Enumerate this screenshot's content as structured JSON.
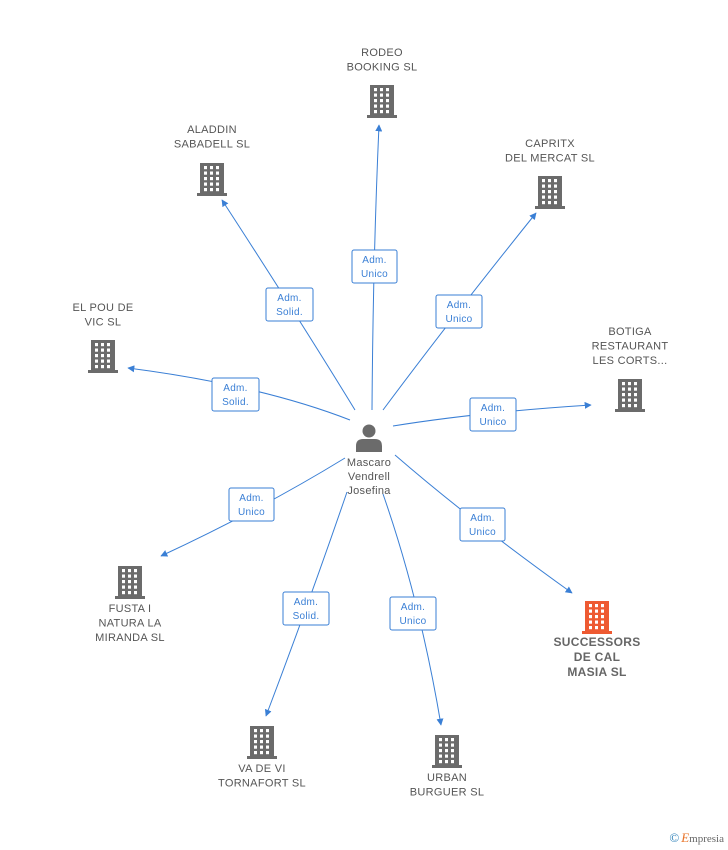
{
  "center": {
    "id": "person",
    "label_lines": [
      "Mascaro",
      "Vendrell",
      "Josefina"
    ],
    "icon": "person-icon"
  },
  "nodes": [
    {
      "id": "rodeo",
      "label_lines": [
        "RODEO",
        "BOOKING SL"
      ],
      "icon": "building-icon",
      "highlight": false
    },
    {
      "id": "aladdin",
      "label_lines": [
        "ALADDIN",
        "SABADELL SL"
      ],
      "icon": "building-icon",
      "highlight": false
    },
    {
      "id": "capritx",
      "label_lines": [
        "CAPRITX",
        "DEL MERCAT SL"
      ],
      "icon": "building-icon",
      "highlight": false
    },
    {
      "id": "elpou",
      "label_lines": [
        "EL POU DE",
        "VIC SL"
      ],
      "icon": "building-icon",
      "highlight": false
    },
    {
      "id": "botiga",
      "label_lines": [
        "BOTIGA",
        "RESTAURANT",
        "LES CORTS..."
      ],
      "icon": "building-icon",
      "highlight": false
    },
    {
      "id": "fusta",
      "label_lines": [
        "FUSTA I",
        "NATURA LA",
        "MIRANDA SL"
      ],
      "icon": "building-icon",
      "highlight": false
    },
    {
      "id": "successors",
      "label_lines": [
        "SUCCESSORS",
        "DE CAL",
        "MASIA SL"
      ],
      "icon": "building-icon",
      "highlight": true
    },
    {
      "id": "vadevi",
      "label_lines": [
        "VA DE VI",
        "TORNAFORT SL"
      ],
      "icon": "building-icon",
      "highlight": false
    },
    {
      "id": "urban",
      "label_lines": [
        "URBAN",
        "BURGUER SL"
      ],
      "icon": "building-icon",
      "highlight": false
    }
  ],
  "edges": [
    {
      "to": "rodeo",
      "label_lines": [
        "Adm.",
        "Unico"
      ]
    },
    {
      "to": "aladdin",
      "label_lines": [
        "Adm.",
        "Solid."
      ]
    },
    {
      "to": "capritx",
      "label_lines": [
        "Adm.",
        "Unico"
      ]
    },
    {
      "to": "elpou",
      "label_lines": [
        "Adm.",
        "Solid."
      ]
    },
    {
      "to": "botiga",
      "label_lines": [
        "Adm.",
        "Unico"
      ]
    },
    {
      "to": "fusta",
      "label_lines": [
        "Adm.",
        "Unico"
      ]
    },
    {
      "to": "successors",
      "label_lines": [
        "Adm.",
        "Unico"
      ]
    },
    {
      "to": "vadevi",
      "label_lines": [
        "Adm.",
        "Solid."
      ]
    },
    {
      "to": "urban",
      "label_lines": [
        "Adm.",
        "Unico"
      ]
    }
  ],
  "colors": {
    "edge": "#3a7fd5",
    "node_icon": "#6b6b6b",
    "highlight_icon": "#ee5a32"
  },
  "brand": {
    "copyright": "©",
    "initial": "E",
    "rest": "mpresia"
  }
}
